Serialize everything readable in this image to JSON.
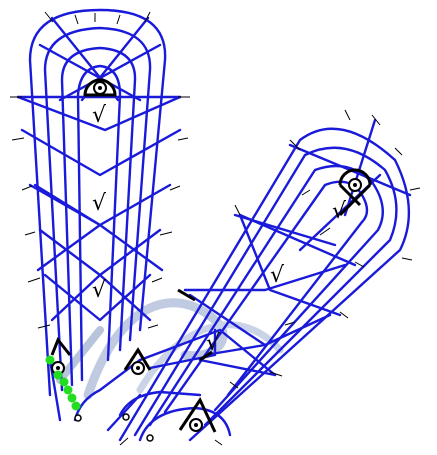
{
  "diagram": {
    "type": "bobbin-lace pricking / pattern diagram",
    "colors": {
      "thread": "#1a1adb",
      "pin_and_edge": "#000000",
      "highlight_dots": "#22dd22",
      "watermark": "#6f86b8",
      "background": "#ffffff"
    },
    "check_mark_glyph": "√",
    "watermark_text": "",
    "left_arm": {
      "zigzag_crossings": 4,
      "check_marks": 3
    },
    "right_arm": {
      "zigzag_crossings": 4,
      "check_marks": 3
    },
    "pins": [
      {
        "name": "pin-top-left"
      },
      {
        "name": "pin-top-right"
      },
      {
        "name": "pin-center-left"
      },
      {
        "name": "pin-bottom-left"
      },
      {
        "name": "pin-bottom-right"
      }
    ],
    "green_dot_count": 6
  }
}
